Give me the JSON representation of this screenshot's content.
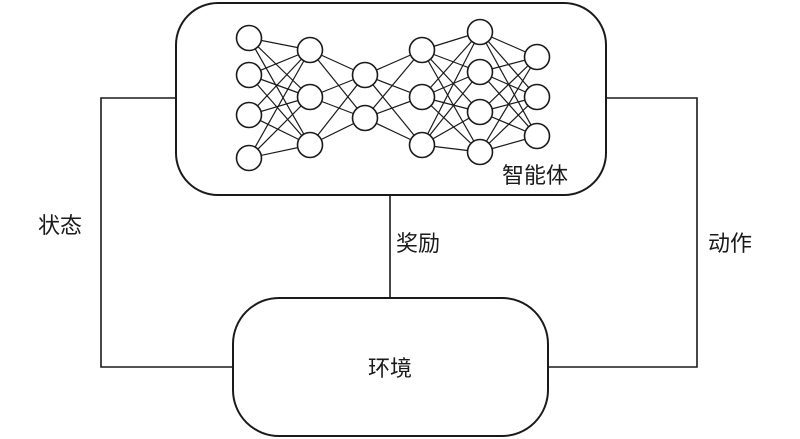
{
  "agent": {
    "label": "智能体"
  },
  "environment": {
    "label": "环境"
  },
  "edges": {
    "state": "状态",
    "reward": "奖励",
    "action": "动作"
  },
  "network": {
    "layers": [
      4,
      3,
      2,
      3,
      4,
      3
    ]
  },
  "colors": {
    "stroke": "#1a1a1a",
    "background": "#ffffff"
  }
}
